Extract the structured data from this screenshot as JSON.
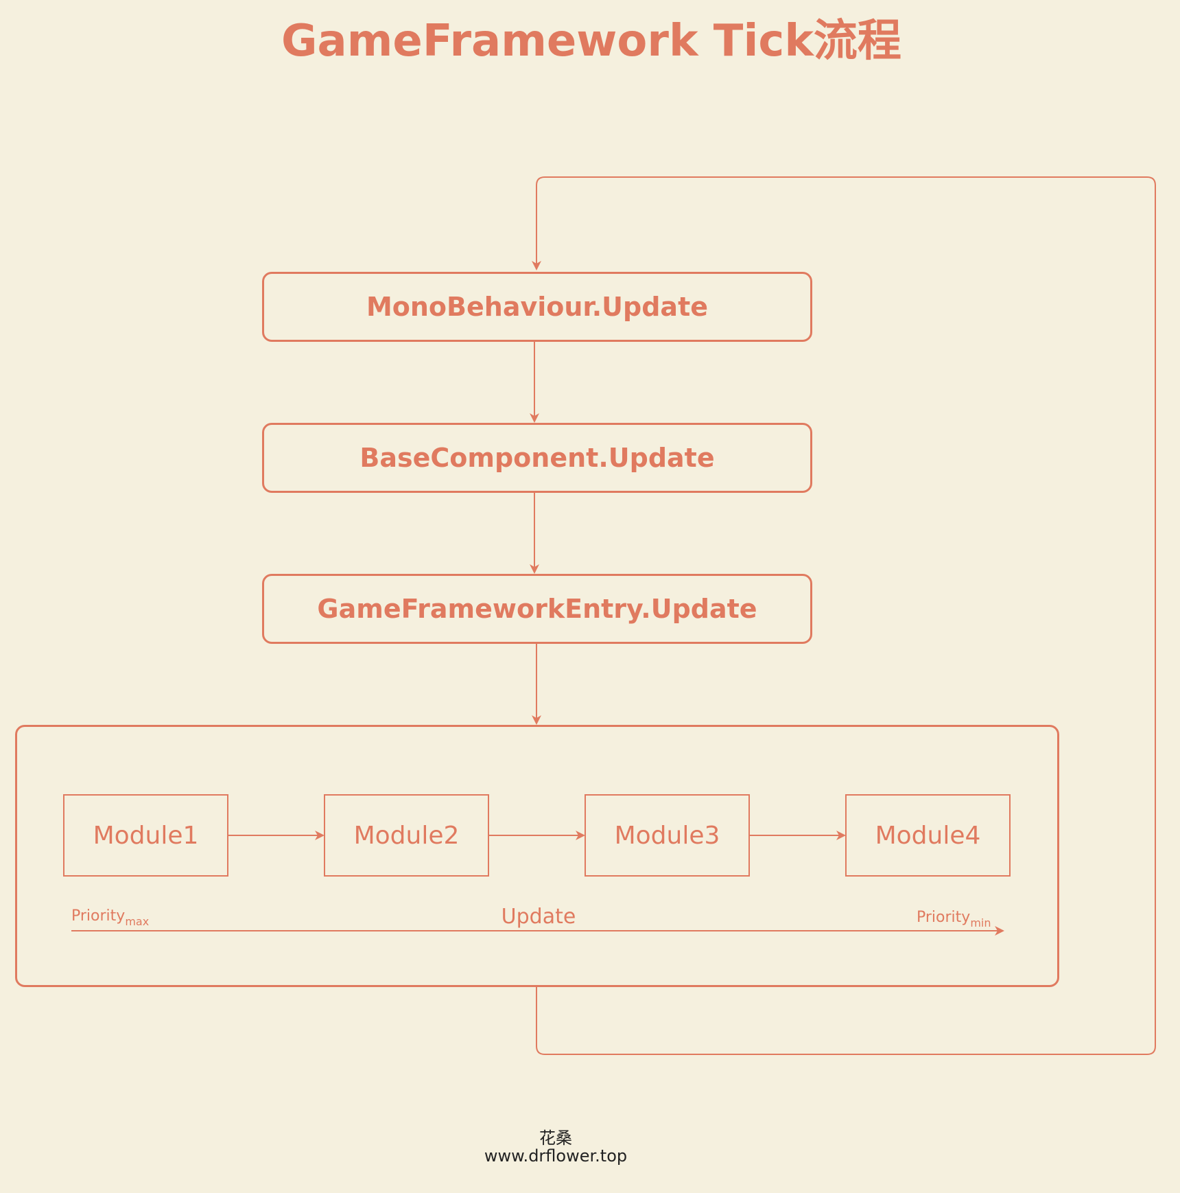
{
  "title": "GameFramework Tick流程",
  "flow": [
    {
      "label": "MonoBehaviour.Update"
    },
    {
      "label": "BaseComponent.Update"
    },
    {
      "label": "GameFrameworkEntry.Update"
    }
  ],
  "modules": [
    {
      "label": "Module1"
    },
    {
      "label": "Module2"
    },
    {
      "label": "Module3"
    },
    {
      "label": "Module4"
    }
  ],
  "axis": {
    "left_label": "Priority",
    "left_sub": "max",
    "center_label": "Update",
    "right_label": "Priority",
    "right_sub": "min"
  },
  "footer": {
    "author": "花桑",
    "site": "www.drflower.top"
  },
  "colors": {
    "accent": "#e07a5f",
    "background": "#f5f0de"
  }
}
